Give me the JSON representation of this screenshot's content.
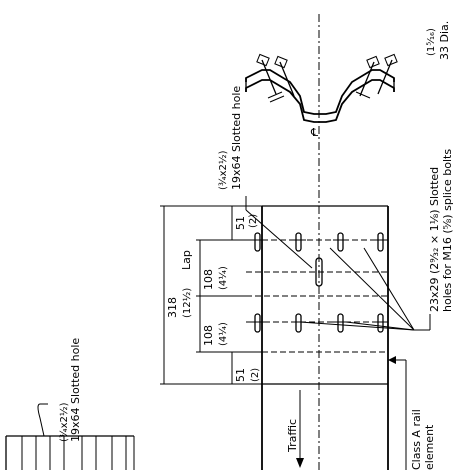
{
  "diagram": {
    "labels": {
      "slotted_hole_top": "19x64 Slotted hole",
      "slotted_hole_top_in": "(¾x2½)",
      "slotted_hole_left": "19x64 Slotted hole",
      "slotted_hole_left_in": "(¾x2½)",
      "bolt_dia": "33 Dia.",
      "bolt_dia_in": "(1⁵⁄₁₆)",
      "splice_holes_line1": "23x29 (2⁹⁄₃₂ × 1⅛) Slotted",
      "splice_holes_line2": "holes for M16 (⅝) splice bolts",
      "centerline": "℄",
      "lap_mm": "318",
      "lap_in": "(12½)",
      "lap_word": "Lap",
      "dim_108_a": "108",
      "dim_108_a_in": "(4¼)",
      "dim_108_b": "108",
      "dim_108_b_in": "(4¼)",
      "dim_51_top": "51",
      "dim_51_top_in": "(2)",
      "dim_51_bottom": "51",
      "dim_51_bottom_in": "(2)",
      "traffic": "Traffic",
      "rail_line1": "Class A rail",
      "rail_line2": "element"
    }
  }
}
